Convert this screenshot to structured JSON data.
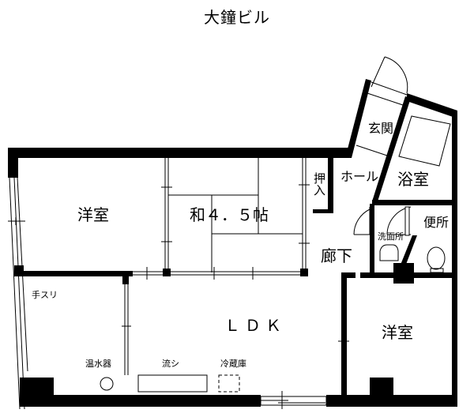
{
  "title": "大鐘ビル",
  "rooms": {
    "western_room_left": "洋室",
    "japanese_room": "和４．５帖",
    "closet": "押入",
    "entrance": "玄関",
    "hall": "ホール",
    "bathroom": "浴室",
    "washroom": "洗面所",
    "toilet": "便所",
    "corridor": "廊下",
    "ldk": "ＬＤＫ",
    "western_room_right": "洋室"
  },
  "fixtures": {
    "handrail": "手スリ",
    "water_heater": "温水器",
    "sink": "流シ",
    "refrigerator": "冷蔵庫"
  },
  "colors": {
    "wall": "#000000",
    "line": "#000000",
    "window_gray": "#808080",
    "background": "#ffffff"
  }
}
